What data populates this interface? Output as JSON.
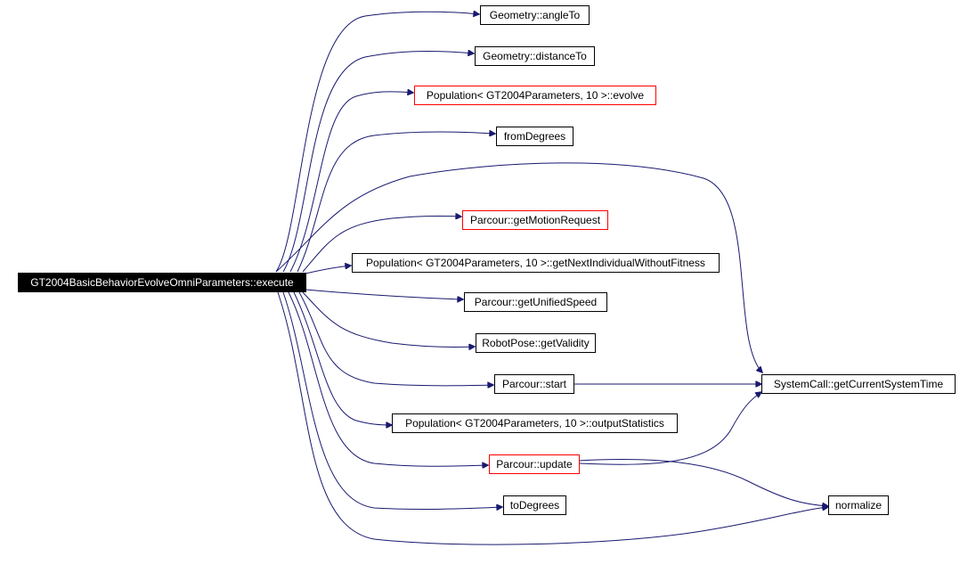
{
  "graph": {
    "root": {
      "label": "GT2004BasicBehaviorEvolveOmniParameters::execute"
    },
    "nodes": [
      {
        "key": "angleTo",
        "label": "Geometry::angleTo",
        "documented": false
      },
      {
        "key": "distanceTo",
        "label": "Geometry::distanceTo",
        "documented": false
      },
      {
        "key": "evolve",
        "label": "Population< GT2004Parameters, 10 >::evolve",
        "documented": true
      },
      {
        "key": "fromDegrees",
        "label": "fromDegrees",
        "documented": false
      },
      {
        "key": "getMotionRequest",
        "label": "Parcour::getMotionRequest",
        "documented": true
      },
      {
        "key": "getNextIndividual",
        "label": "Population< GT2004Parameters, 10 >::getNextIndividualWithoutFitness",
        "documented": false
      },
      {
        "key": "getUnifiedSpeed",
        "label": "Parcour::getUnifiedSpeed",
        "documented": false
      },
      {
        "key": "getValidity",
        "label": "RobotPose::getValidity",
        "documented": false
      },
      {
        "key": "start",
        "label": "Parcour::start",
        "documented": false
      },
      {
        "key": "outputStatistics",
        "label": "Population< GT2004Parameters, 10 >::outputStatistics",
        "documented": false
      },
      {
        "key": "update",
        "label": "Parcour::update",
        "documented": true
      },
      {
        "key": "toDegrees",
        "label": "toDegrees",
        "documented": false
      },
      {
        "key": "getCurrentSystemTime",
        "label": "SystemCall::getCurrentSystemTime",
        "documented": false
      },
      {
        "key": "normalize",
        "label": "normalize",
        "documented": false
      }
    ],
    "colors": {
      "edge": "#191970",
      "documented_border": "#ff0000",
      "plain_border": "#000000",
      "root_fill": "#000000"
    }
  }
}
